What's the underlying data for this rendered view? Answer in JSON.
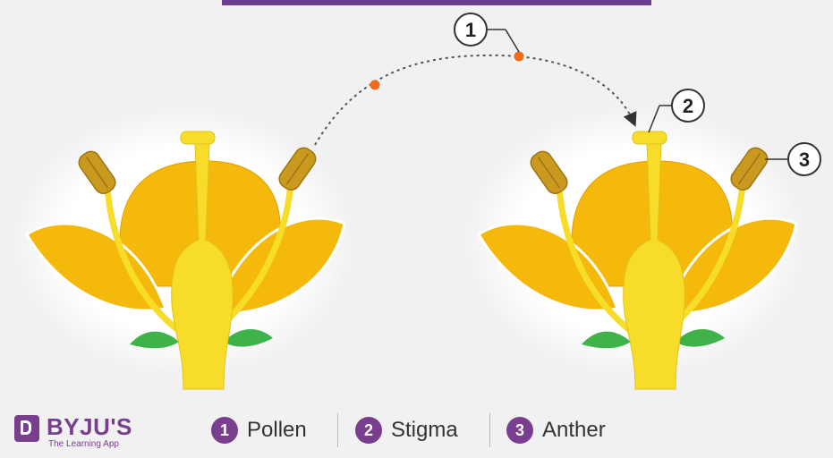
{
  "callouts": [
    {
      "number": "1",
      "term": "Pollen"
    },
    {
      "number": "2",
      "term": "Stigma"
    },
    {
      "number": "3",
      "term": "Anther"
    }
  ],
  "legend": [
    {
      "number": "1",
      "label": "Pollen"
    },
    {
      "number": "2",
      "label": "Stigma"
    },
    {
      "number": "3",
      "label": "Anther"
    }
  ],
  "brand": {
    "name": "BYJU'S",
    "tagline": "The Learning App",
    "color": "#7a3e8e"
  },
  "colors": {
    "petal": "#f4b90a",
    "pistil": "#f7dd2a",
    "stamen": "#c99a1e",
    "sepal": "#3fb24a",
    "pollen": "#f26a1b",
    "accent": "#6b3d8f"
  }
}
